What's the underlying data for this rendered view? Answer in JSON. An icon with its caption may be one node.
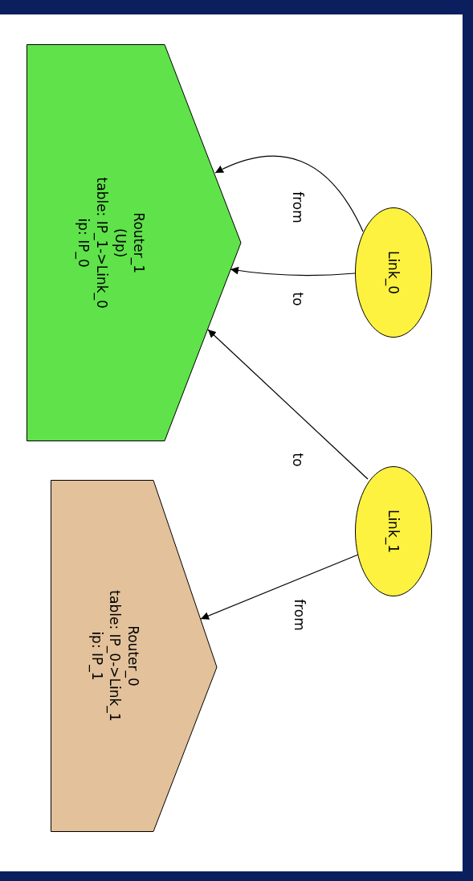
{
  "diagram": {
    "nodes": [
      {
        "text": [
          "Router_1",
          "(Up)",
          "table: IP_1->Link_0",
          "ip: IP_0"
        ]
      },
      {
        "text": [
          "Router_0",
          "table: IP_0->Link_1",
          "ip: IP_1"
        ]
      },
      {
        "text": [
          "Link_0"
        ]
      },
      {
        "text": [
          "Link_1"
        ]
      }
    ],
    "edges": [
      {
        "from": 2,
        "to": 0,
        "arrow": "to",
        "label": "from"
      },
      {
        "from": 2,
        "to": 0,
        "arrow": "to",
        "label": "to"
      },
      {
        "from": 3,
        "to": 0,
        "arrow": "to",
        "label": "to"
      },
      {
        "from": 3,
        "to": 1,
        "arrow": "to",
        "label": "from"
      }
    ]
  }
}
